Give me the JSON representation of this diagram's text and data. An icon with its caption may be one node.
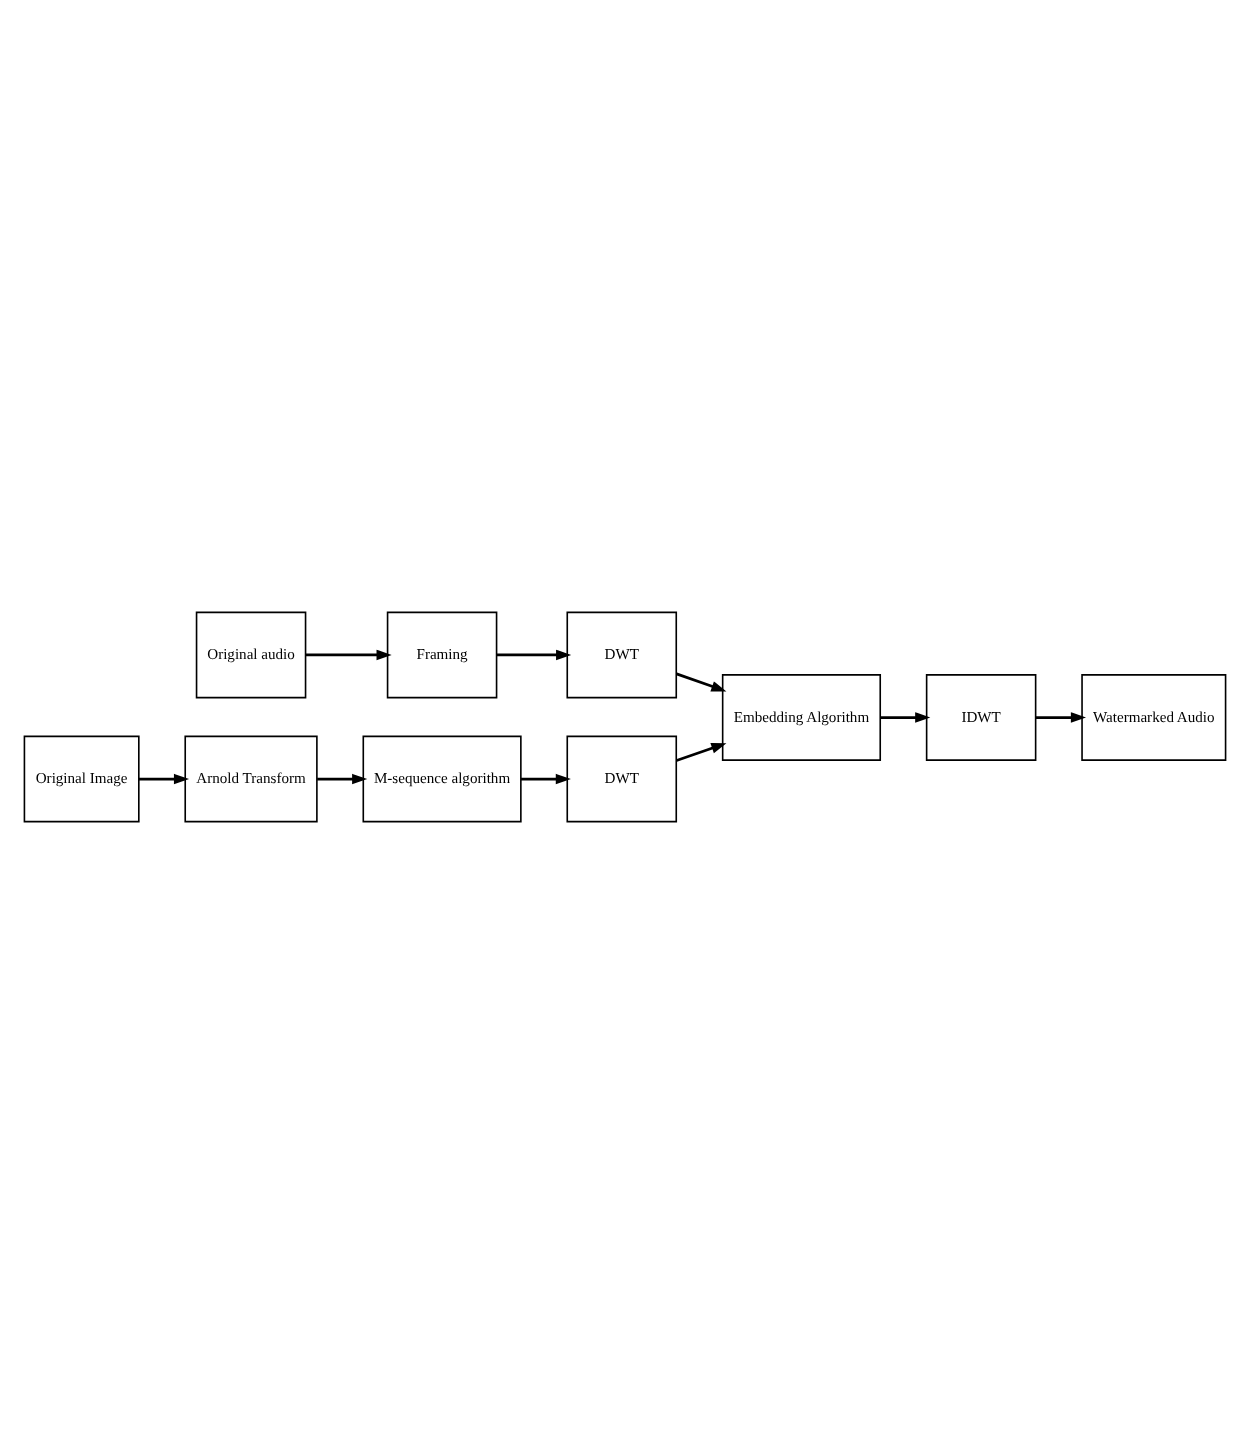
{
  "diagram": {
    "nodes": [
      {
        "text": [
          "Original audio"
        ]
      },
      {
        "text": [
          "Framing"
        ]
      },
      {
        "text": [
          "DWT"
        ]
      },
      {
        "text": [
          "Embedding Algorithm"
        ]
      },
      {
        "text": [
          "IDWT"
        ]
      },
      {
        "text": [
          "Watermarked Audio"
        ]
      },
      {
        "text": [
          "DWT"
        ]
      },
      {
        "text": [
          "Original Image"
        ]
      },
      {
        "text": [
          "Arnold Transform"
        ]
      },
      {
        "text": [
          "M-sequence algorithm"
        ]
      }
    ],
    "edges": [
      {
        "from": 0,
        "to": 1,
        "arrow": "to"
      },
      {
        "from": 1,
        "to": 2,
        "arrow": "to"
      },
      {
        "from": 2,
        "to": 3,
        "arrow": "to"
      },
      {
        "from": 3,
        "to": 4,
        "arrow": "to"
      },
      {
        "from": 4,
        "to": 5,
        "arrow": "to"
      },
      {
        "from": 6,
        "to": 3,
        "arrow": "to"
      },
      {
        "from": 7,
        "to": 8,
        "arrow": "to"
      },
      {
        "from": 8,
        "to": 9,
        "arrow": "to"
      },
      {
        "from": 9,
        "to": 6,
        "arrow": "to"
      }
    ]
  }
}
